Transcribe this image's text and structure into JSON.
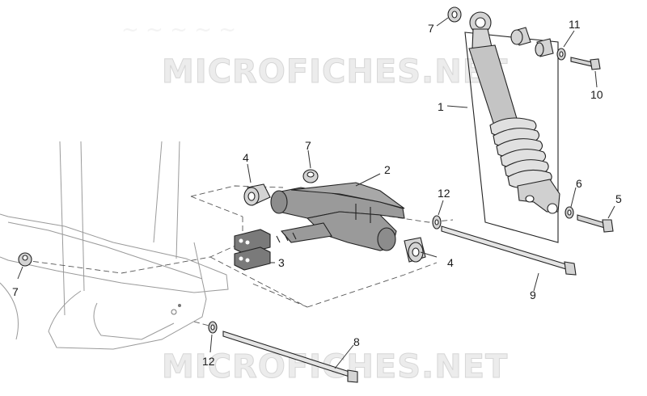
{
  "watermarks": {
    "top": "MICROFICHES.NET",
    "bottom": "MICROFICHES.NET"
  },
  "callouts": {
    "shock_absorber": "1",
    "swing_arm": "2",
    "rubber_block": "3",
    "bushing_left": "4",
    "bushing_right": "4",
    "shock_bolt": "5",
    "shock_washer": "6",
    "nut_top": "7",
    "nut_center": "7",
    "nut_left": "7",
    "lower_pin": "8",
    "upper_pin": "9",
    "top_bolt": "10",
    "top_washer": "11",
    "washer_center": "12",
    "washer_lower": "12"
  },
  "colors": {
    "swing_arm_fill": "#9a9a9a",
    "part_fill": "#d4d4d4",
    "rubber_fill": "#7a7a7a",
    "line": "#222222"
  }
}
